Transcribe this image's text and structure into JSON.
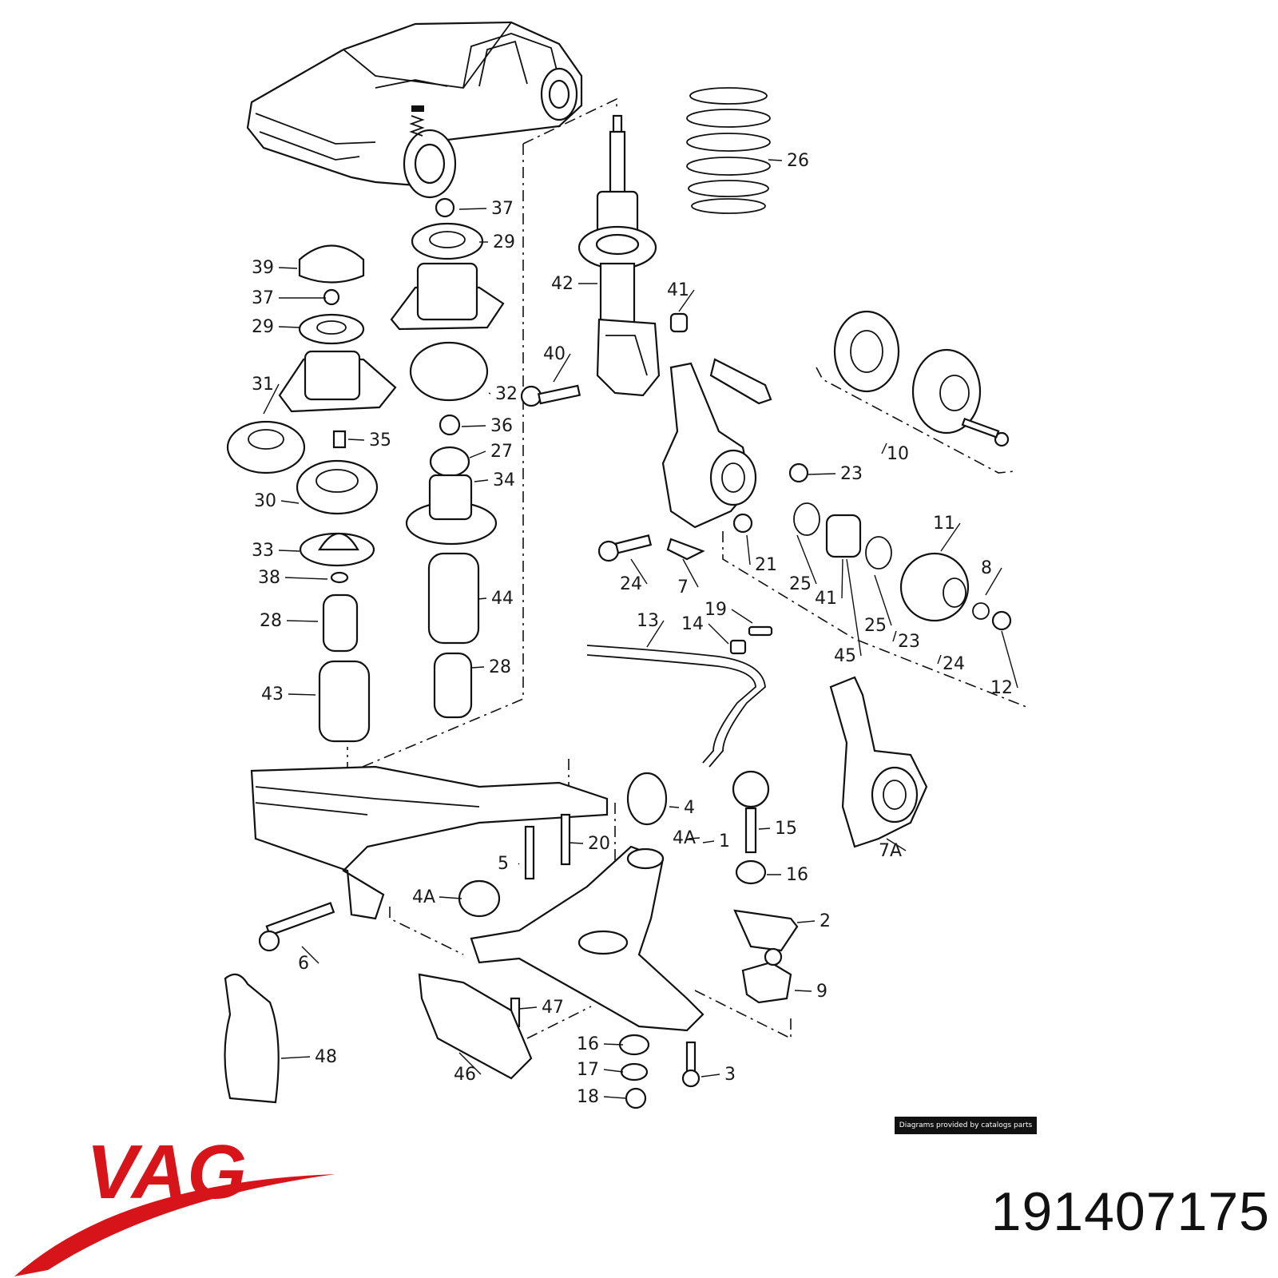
{
  "callouts": [
    {
      "id": "c37a",
      "label": "37"
    },
    {
      "id": "c29a",
      "label": "29"
    },
    {
      "id": "c26",
      "label": "26"
    },
    {
      "id": "c39",
      "label": "39"
    },
    {
      "id": "c37b",
      "label": "37"
    },
    {
      "id": "c29b",
      "label": "29"
    },
    {
      "id": "c42",
      "label": "42"
    },
    {
      "id": "c41a",
      "label": "41"
    },
    {
      "id": "c40",
      "label": "40"
    },
    {
      "id": "c31",
      "label": "31"
    },
    {
      "id": "c32",
      "label": "32"
    },
    {
      "id": "c36",
      "label": "36"
    },
    {
      "id": "c35",
      "label": "35"
    },
    {
      "id": "c27",
      "label": "27"
    },
    {
      "id": "c34",
      "label": "34"
    },
    {
      "id": "c30",
      "label": "30"
    },
    {
      "id": "c33",
      "label": "33"
    },
    {
      "id": "c38",
      "label": "38"
    },
    {
      "id": "c44",
      "label": "44"
    },
    {
      "id": "c28a",
      "label": "28"
    },
    {
      "id": "c43",
      "label": "43"
    },
    {
      "id": "c28b",
      "label": "28"
    },
    {
      "id": "c10",
      "label": "10"
    },
    {
      "id": "c23a",
      "label": "23"
    },
    {
      "id": "c11",
      "label": "11"
    },
    {
      "id": "c8",
      "label": "8"
    },
    {
      "id": "c24a",
      "label": "24"
    },
    {
      "id": "c7",
      "label": "7"
    },
    {
      "id": "c21",
      "label": "21"
    },
    {
      "id": "c25a",
      "label": "25"
    },
    {
      "id": "c41b",
      "label": "41"
    },
    {
      "id": "c25b",
      "label": "25"
    },
    {
      "id": "c23b",
      "label": "23"
    },
    {
      "id": "c24b",
      "label": "24"
    },
    {
      "id": "c45",
      "label": "45"
    },
    {
      "id": "c12",
      "label": "12"
    },
    {
      "id": "c13",
      "label": "13"
    },
    {
      "id": "c14",
      "label": "14"
    },
    {
      "id": "c19",
      "label": "19"
    },
    {
      "id": "c4",
      "label": "4"
    },
    {
      "id": "c4A",
      "label": "4A"
    },
    {
      "id": "c1",
      "label": "1"
    },
    {
      "id": "c15",
      "label": "15"
    },
    {
      "id": "c20",
      "label": "20"
    },
    {
      "id": "c5",
      "label": "5"
    },
    {
      "id": "c16a",
      "label": "16"
    },
    {
      "id": "c7A",
      "label": "7A"
    },
    {
      "id": "c4Ab",
      "label": "4A"
    },
    {
      "id": "c2",
      "label": "2"
    },
    {
      "id": "c6",
      "label": "6"
    },
    {
      "id": "c9",
      "label": "9"
    },
    {
      "id": "c47",
      "label": "47"
    },
    {
      "id": "c48",
      "label": "48"
    },
    {
      "id": "c16b",
      "label": "16"
    },
    {
      "id": "c3",
      "label": "3"
    },
    {
      "id": "c46",
      "label": "46"
    },
    {
      "id": "c17",
      "label": "17"
    },
    {
      "id": "c18",
      "label": "18"
    }
  ],
  "credit": "Diagrams provided by catalogs parts",
  "brand": "VAG",
  "part_number": "191407175",
  "colors": {
    "brand_red": "#d7141a",
    "ink": "#111111"
  }
}
